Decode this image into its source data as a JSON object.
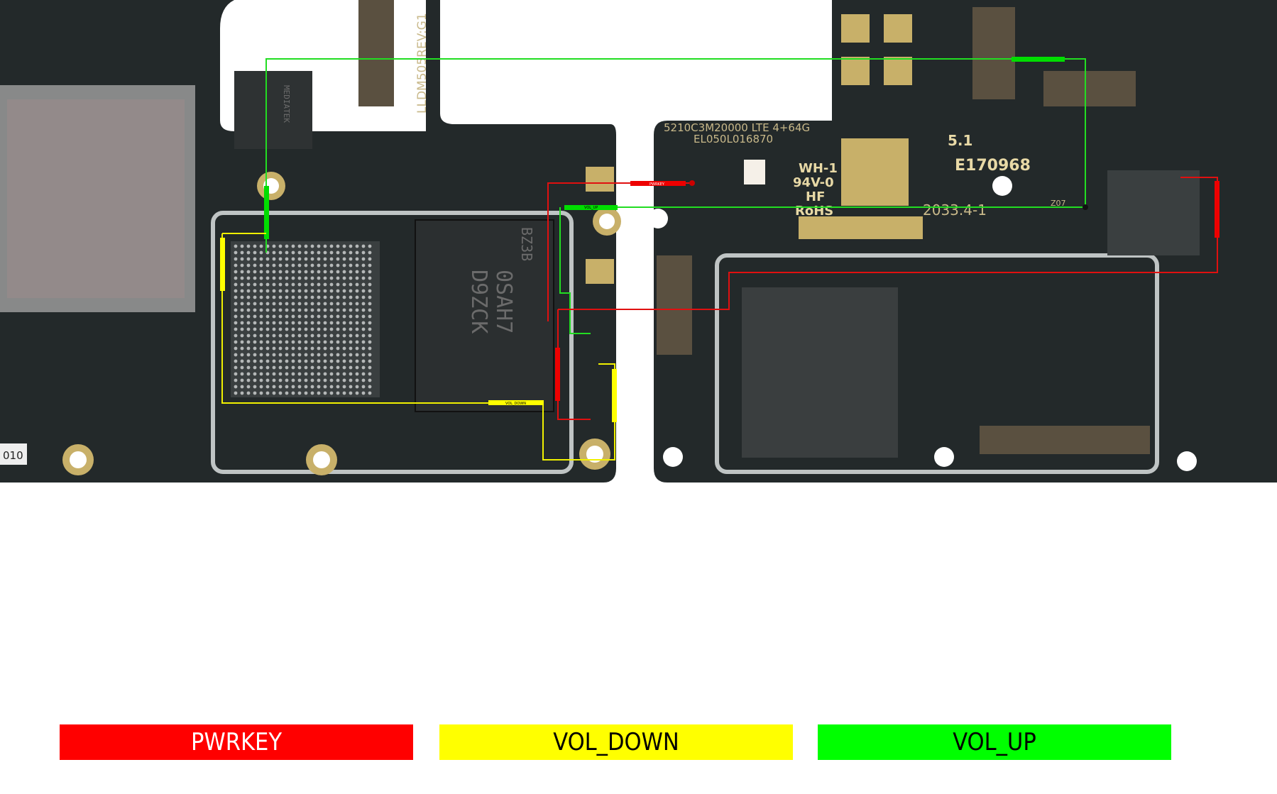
{
  "legend": [
    {
      "label": "PWRKEY",
      "color": "#ff0000",
      "text_color": "#ffffff"
    },
    {
      "label": "VOL_DOWN",
      "color": "#ffff00",
      "text_color": "#000000"
    },
    {
      "label": "VOL_UP",
      "color": "#00ff00",
      "text_color": "#000000"
    }
  ],
  "board_left": {
    "rev_text": "LLDM505REV:G1",
    "cpu_marking_1": "0SAH7",
    "cpu_marking_2": "D9ZCK",
    "cpu_marking_3": "BZ3B",
    "pmic_text": "MEDIATEK",
    "corner_label": "010"
  },
  "board_right": {
    "model_line": "5210C3M20000 LTE 4+64G",
    "serial_line": "EL050L016870",
    "cert_lines": [
      "WH-1",
      "94V-0",
      "HF",
      "RoHS"
    ],
    "version": "5.1",
    "ul_code": "E170968",
    "date_code": "2033.4-1",
    "ref": "Z07"
  },
  "trace_labels": {
    "pwrkey": "PWRKEY",
    "vol_down": "VOL_DOWN",
    "vol_up": "VOL_UP"
  }
}
